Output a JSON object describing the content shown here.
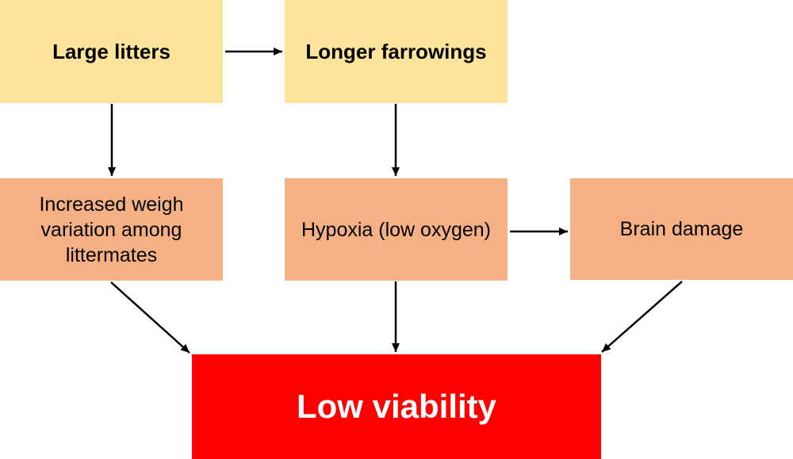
{
  "diagram": {
    "type": "flowchart",
    "background": "#ffffff",
    "colors": {
      "cause_yellow": "#FDE49A",
      "effect_orange": "#F5B183",
      "outcome_red": "#FF0000",
      "arrow_black": "#000000",
      "text_dark": "#000000",
      "text_light": "#FFFFFF"
    },
    "nodes": [
      {
        "id": "large-litters",
        "label": "Large litters",
        "fill": "#FDE49A",
        "text_color": "#000000",
        "bold": true
      },
      {
        "id": "longer-farrowings",
        "label": "Longer farrowings",
        "fill": "#FDE49A",
        "text_color": "#000000",
        "bold": true
      },
      {
        "id": "weight-variation",
        "label": "Increased weigh variation among littermates",
        "fill": "#F5B183",
        "text_color": "#000000",
        "bold": false
      },
      {
        "id": "hypoxia",
        "label": "Hypoxia (low oxygen)",
        "fill": "#F5B183",
        "text_color": "#000000",
        "bold": false
      },
      {
        "id": "brain-damage",
        "label": "Brain damage",
        "fill": "#F5B183",
        "text_color": "#000000",
        "bold": false
      },
      {
        "id": "low-viability",
        "label": "Low viability",
        "fill": "#FF0000",
        "text_color": "#FFFFFF",
        "bold": true
      }
    ],
    "edges": [
      {
        "from": "large-litters",
        "to": "longer-farrowings"
      },
      {
        "from": "large-litters",
        "to": "weight-variation"
      },
      {
        "from": "longer-farrowings",
        "to": "hypoxia"
      },
      {
        "from": "hypoxia",
        "to": "brain-damage"
      },
      {
        "from": "weight-variation",
        "to": "low-viability"
      },
      {
        "from": "hypoxia",
        "to": "low-viability"
      },
      {
        "from": "brain-damage",
        "to": "low-viability"
      }
    ]
  }
}
